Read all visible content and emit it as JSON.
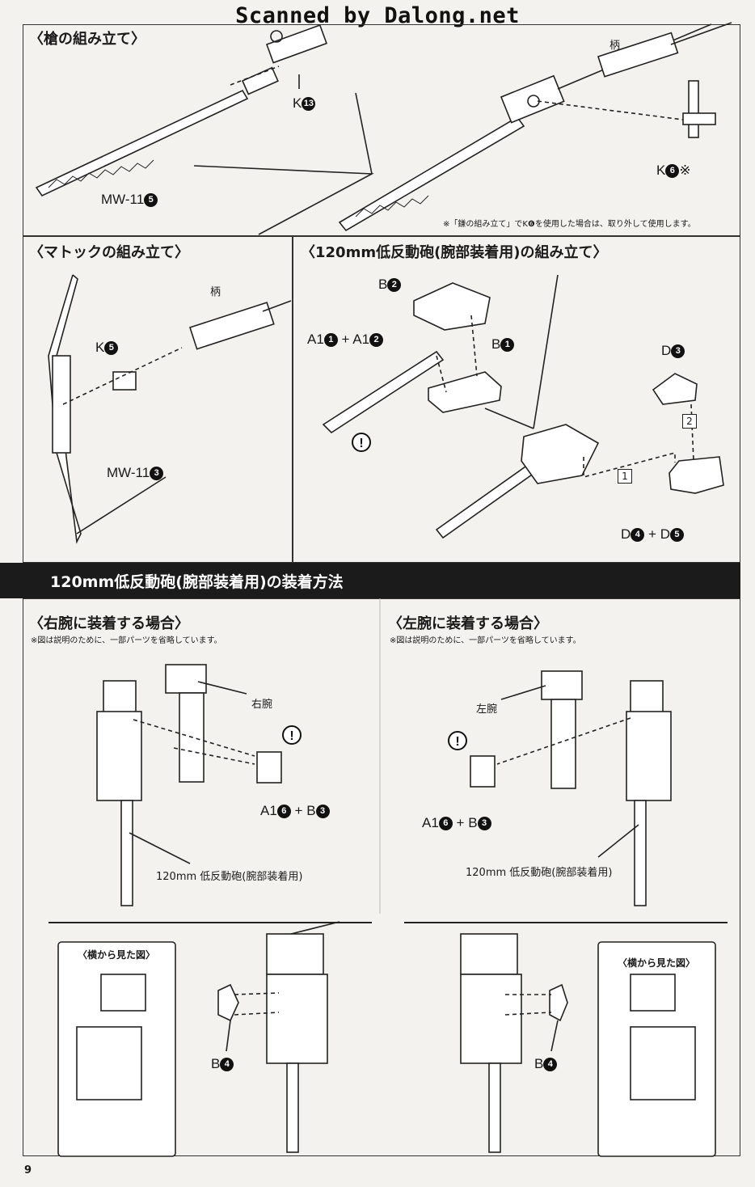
{
  "watermark": "Scanned by Dalong.net",
  "page_number": "9",
  "spear": {
    "title": "〈槍の組み立て〉",
    "part_k": "K",
    "part_k_num": "13",
    "part_mw": "MW-11",
    "part_mw_num": "5",
    "handle": "柄",
    "part_k6": "K",
    "part_k6_num": "6",
    "part_k6_mark": "※",
    "note": "※「鎌の組み立て」でK❻を使用した場合は、取り外して使用します。"
  },
  "mattock": {
    "title": "〈マトックの組み立て〉",
    "handle": "柄",
    "part_k": "K",
    "part_k_num": "5",
    "part_mw": "MW-11",
    "part_mw_num": "3"
  },
  "cannon": {
    "title": "〈120mm低反動砲(腕部装着用)の組み立て〉",
    "b2": "B",
    "b2_num": "2",
    "a1_label": "A1",
    "a1_num1": "1",
    "plus": "+",
    "a1_label2": "A1",
    "a1_num2": "2",
    "b1": "B",
    "b1_num": "1",
    "d3": "D",
    "d3_num": "3",
    "step1": "1",
    "step2": "2",
    "d4": "D",
    "d4_num": "4",
    "d5": "D",
    "d5_num": "5"
  },
  "mount": {
    "band_title": "120mm低反動砲(腕部装着用)の装着方法",
    "right_title": "〈右腕に装着する場合〉",
    "left_title": "〈左腕に装着する場合〉",
    "omit_note": "※図は説明のために、一部パーツを省略しています。",
    "right_arm": "右腕",
    "left_arm": "左腕",
    "a16": "A1",
    "a16_num": "6",
    "b3": "B",
    "b3_num": "3",
    "cannon_label": "120mm 低反動砲(腕部装着用)",
    "side_view": "〈横から見た図〉",
    "b4": "B",
    "b4_num": "4"
  }
}
